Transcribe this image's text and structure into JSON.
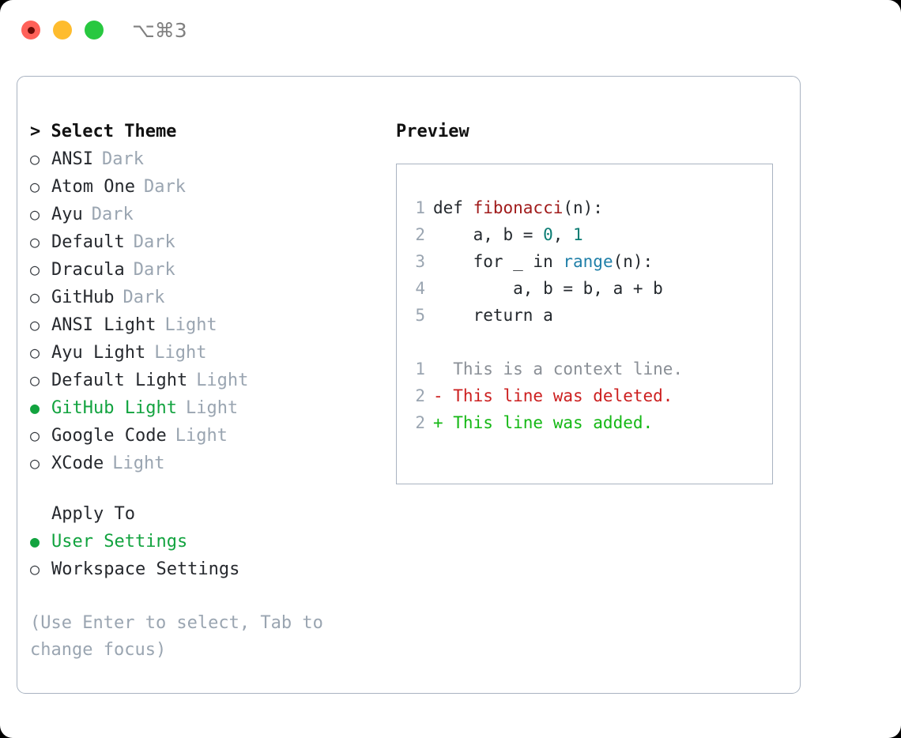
{
  "titlebar": {
    "shortcut": "⌥⌘3",
    "buttons": [
      {
        "name": "close",
        "color": "#ff6159"
      },
      {
        "name": "minimize",
        "color": "#febc2e"
      },
      {
        "name": "zoom",
        "color": "#28c840"
      }
    ]
  },
  "theme_picker": {
    "heading": "> Select Theme",
    "marker_selected": "●",
    "marker_unselected": "○",
    "options": [
      {
        "name": "ANSI",
        "category": "Dark",
        "selected": false
      },
      {
        "name": "Atom One",
        "category": "Dark",
        "selected": false
      },
      {
        "name": "Ayu",
        "category": "Dark",
        "selected": false
      },
      {
        "name": "Default",
        "category": "Dark",
        "selected": false
      },
      {
        "name": "Dracula",
        "category": "Dark",
        "selected": false
      },
      {
        "name": "GitHub",
        "category": "Dark",
        "selected": false
      },
      {
        "name": "ANSI Light",
        "category": "Light",
        "selected": false
      },
      {
        "name": "Ayu Light",
        "category": "Light",
        "selected": false
      },
      {
        "name": "Default Light",
        "category": "Light",
        "selected": false
      },
      {
        "name": "GitHub Light",
        "category": "Light",
        "selected": true
      },
      {
        "name": "Google Code",
        "category": "Light",
        "selected": false
      },
      {
        "name": "XCode",
        "category": "Light",
        "selected": false
      }
    ]
  },
  "apply_to": {
    "heading": "Apply To",
    "options": [
      {
        "name": "User Settings",
        "selected": true
      },
      {
        "name": "Workspace Settings",
        "selected": false
      }
    ]
  },
  "hint": "(Use Enter to select, Tab to change focus)",
  "preview": {
    "title": "Preview",
    "code_lines": [
      {
        "num": "1",
        "tokens": [
          {
            "t": "def ",
            "k": "kw"
          },
          {
            "t": "fibonacci",
            "k": "fn"
          },
          {
            "t": "(n):",
            "k": "plain"
          }
        ]
      },
      {
        "num": "2",
        "tokens": [
          {
            "t": "    a, b = ",
            "k": "plain"
          },
          {
            "t": "0",
            "k": "num"
          },
          {
            "t": ", ",
            "k": "plain"
          },
          {
            "t": "1",
            "k": "num"
          }
        ]
      },
      {
        "num": "3",
        "tokens": [
          {
            "t": "    for _ in ",
            "k": "kw"
          },
          {
            "t": "range",
            "k": "call"
          },
          {
            "t": "(n):",
            "k": "plain"
          }
        ]
      },
      {
        "num": "4",
        "tokens": [
          {
            "t": "        a, b = b, a + b",
            "k": "plain"
          }
        ]
      },
      {
        "num": "5",
        "tokens": [
          {
            "t": "    return a",
            "k": "kw"
          }
        ]
      }
    ],
    "diff_lines": [
      {
        "num": "1",
        "text": "  This is a context line.",
        "kind": "ctx"
      },
      {
        "num": "2",
        "text": "- This line was deleted.",
        "kind": "del"
      },
      {
        "num": "2",
        "text": "+ This line was added.",
        "kind": "add"
      }
    ]
  },
  "colors": {
    "accent_green": "#12a33f",
    "muted": "#9aa5b1",
    "border": "#a9b3c1",
    "diff_add": "#14b814",
    "diff_del": "#cc1f1f",
    "token_function": "#a01b1b",
    "token_number": "#0b7c73",
    "token_call": "#1f7fa8"
  }
}
